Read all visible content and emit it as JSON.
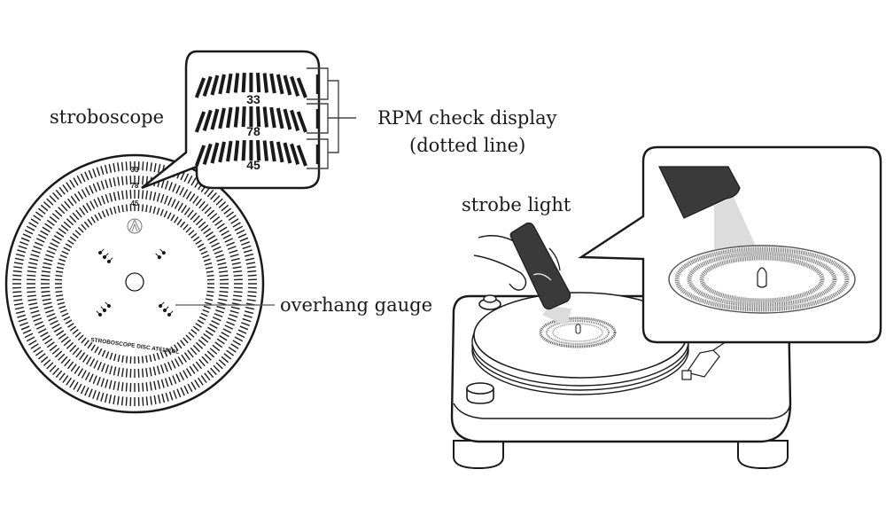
{
  "labels": {
    "stroboscope": "stroboscope",
    "rpm_check_line1": "RPM check display",
    "rpm_check_line2": "(dotted line)",
    "overhang_gauge": "overhang gauge",
    "strobe_light": "strobe light"
  },
  "disc": {
    "speed_rings": [
      "33",
      "78",
      "45"
    ],
    "printed_name": "STROBOSCOPE DISC  AT6181DL",
    "logo": "audio-technica-logo"
  },
  "callout": {
    "speed_rings": [
      "33",
      "78",
      "45"
    ]
  },
  "colors": {
    "ink": "#1a1a1a",
    "strobe_body": "#3a3a3a",
    "light_beam": "#d9d9d9"
  }
}
